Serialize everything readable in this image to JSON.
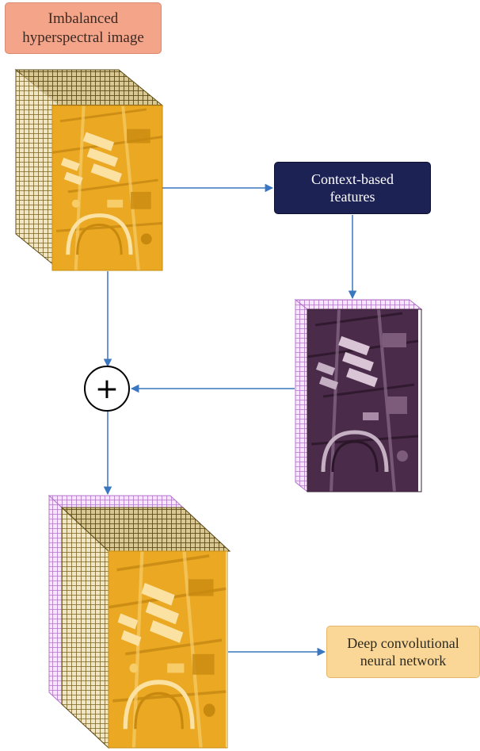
{
  "nodes": {
    "input_image": {
      "label": "Imbalanced\nhyperspectral image"
    },
    "context_features": {
      "label": "Context-based\nfeatures"
    },
    "dcnn": {
      "label": "Deep convolutional\nneural network"
    },
    "sum_operator": {
      "symbol": "+"
    }
  },
  "colors": {
    "input_box": "#f4a489",
    "context_box": "#1d2255",
    "dcnn_box": "#fbd797",
    "arrow": "#3b76c0",
    "olive_grid": "#7a6420",
    "purple_grid": "#b374c9",
    "gold_image": "#eba823",
    "purple_image": "#4a2c4a"
  },
  "icons": [
    "hyperspectral-cube",
    "context-feature-cube",
    "fused-cube",
    "circle-plus-icon",
    "arrow"
  ]
}
